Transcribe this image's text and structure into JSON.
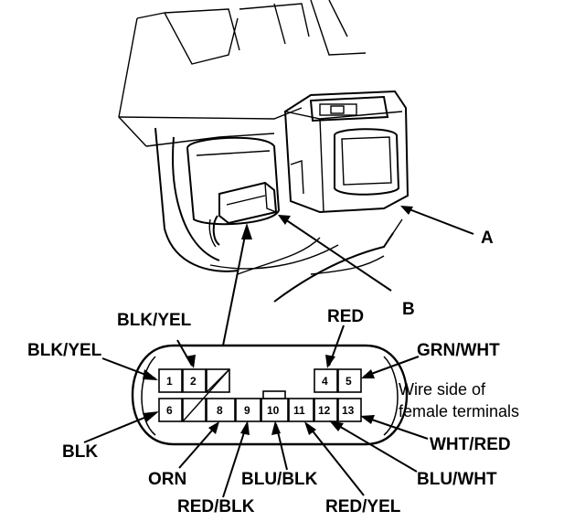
{
  "callouts": {
    "a": "A",
    "b": "B"
  },
  "wire_labels": {
    "blk_yel_top": "BLK/YEL",
    "blk_yel_left": "BLK/YEL",
    "blk": "BLK",
    "orn": "ORN",
    "red_blk": "RED/BLK",
    "blu_blk": "BLU/BLK",
    "red_yel": "RED/YEL",
    "blu_wht": "BLU/WHT",
    "wht_red": "WHT/RED",
    "grn_wht": "GRN/WHT",
    "red": "RED"
  },
  "note": {
    "line1": "Wire side of",
    "line2": "female terminals"
  },
  "terminals": {
    "t1": "1",
    "t2": "2",
    "t4": "4",
    "t5": "5",
    "t6": "6",
    "t8": "8",
    "t9": "9",
    "t10": "10",
    "t11": "11",
    "t12": "12",
    "t13": "13"
  }
}
